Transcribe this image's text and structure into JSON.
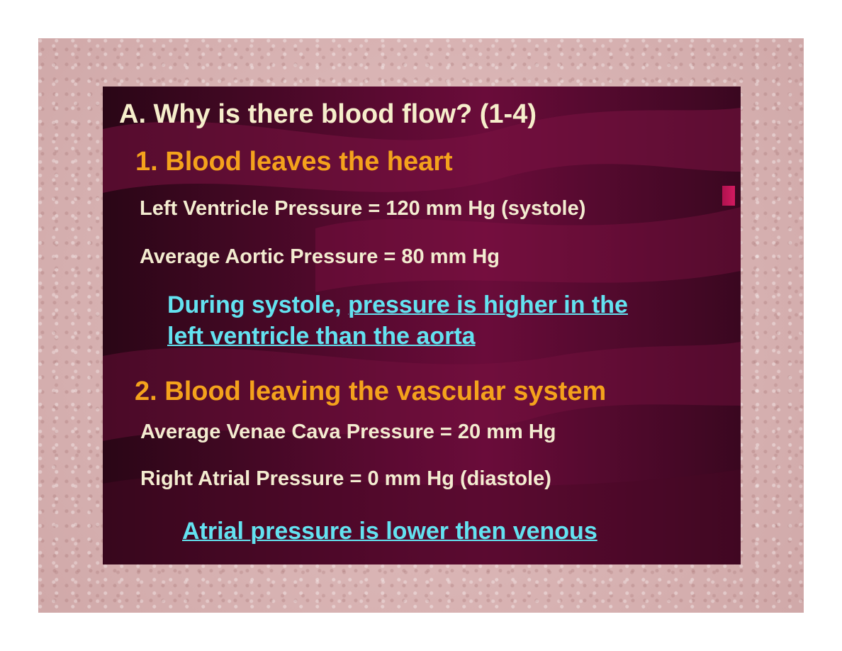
{
  "slide": {
    "title": "A. Why is there blood flow? (1-4)",
    "section1": {
      "heading": "1. Blood leaves the heart",
      "line1": "Left Ventricle Pressure = 120 mm Hg (systole)",
      "line2": "Average Aortic Pressure = 80 mm Hg",
      "note_lead": "During systole, ",
      "note_underlined_a": "pressure is higher in the",
      "note_underlined_b": "left ventricle than the aorta"
    },
    "section2": {
      "heading": "2. Blood leaving the vascular system",
      "line1": "Average Venae Cava Pressure = 20 mm Hg",
      "line2": "Right Atrial Pressure = 0 mm Hg (diastole)",
      "note": "Atrial pressure is lower then venous"
    }
  },
  "colors": {
    "slide_background": "#5c0a32",
    "title_text": "#f6eecb",
    "heading_text": "#f4a21c",
    "body_text": "#f3ecd0",
    "note_text": "#63e2f0",
    "frame": "#d8b1b1"
  }
}
